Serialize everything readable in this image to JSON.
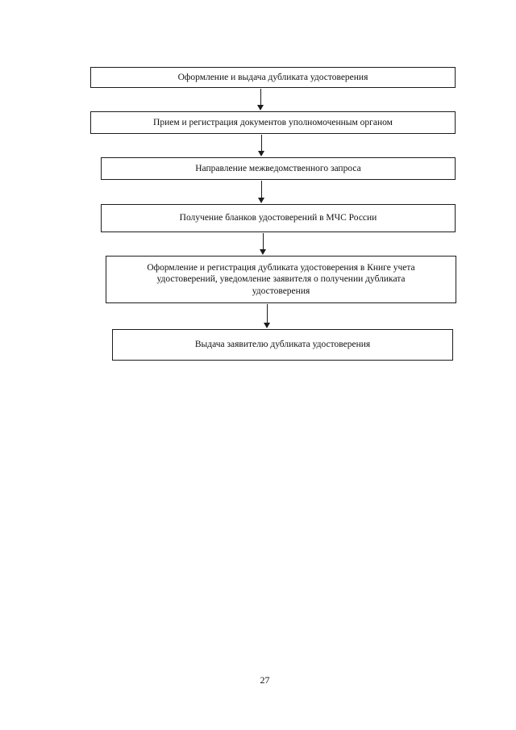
{
  "page": {
    "number": "27",
    "background_color": "#ffffff",
    "text_color": "#111111",
    "border_color": "#1c1c1c"
  },
  "flowchart": {
    "type": "vertical-flow",
    "boxes": [
      {
        "lines": [
          "Оформление и выдача дубликата удостоверения"
        ]
      },
      {
        "lines": [
          "Прием и регистрация документов уполномоченным органом"
        ]
      },
      {
        "lines": [
          "Направление межведомственного запроса"
        ]
      },
      {
        "lines": [
          "Получение бланков удостоверений в МЧС России"
        ]
      },
      {
        "lines": [
          "Оформление и регистрация дубликата удостоверения в Книге учета",
          "удостоверений, уведомление заявителя о получении дубликата",
          "удостоверения"
        ]
      },
      {
        "lines": [
          "Выдача  заявителю дубликата удостоверения"
        ]
      }
    ],
    "connectors": [
      {
        "from": 1,
        "to": 2,
        "style": "arrow-down"
      },
      {
        "from": 2,
        "to": 3,
        "style": "arrow-down"
      },
      {
        "from": 3,
        "to": 4,
        "style": "arrow-down"
      },
      {
        "from": 4,
        "to": 5,
        "style": "arrow-down"
      },
      {
        "from": 5,
        "to": 6,
        "style": "arrow-down"
      }
    ]
  }
}
